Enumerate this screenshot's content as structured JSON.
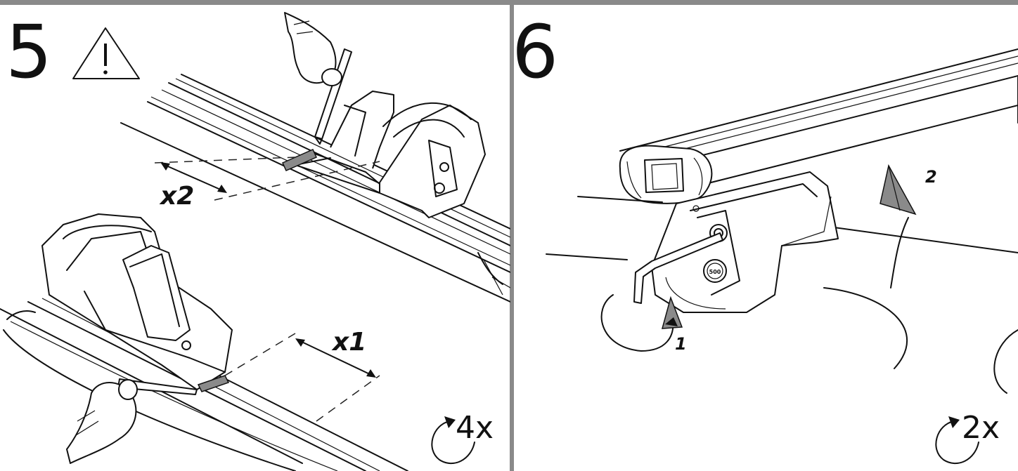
{
  "steps": [
    {
      "number": "5",
      "warning_icon": "warning-triangle-icon",
      "measure_labels": {
        "upper": "x2",
        "lower": "x1"
      },
      "repeat": {
        "icon": "rotate-arrow-icon",
        "label": "4x"
      }
    },
    {
      "number": "6",
      "arrow_labels": {
        "turn": "1",
        "lift": "2"
      },
      "foot_badge": "500",
      "repeat": {
        "icon": "rotate-arrow-icon",
        "label": "2x"
      }
    }
  ],
  "colors": {
    "rule": "#8a8a8a",
    "ink": "#111111",
    "arrow_grey": "#8a8a8a",
    "mark_grey": "#777777"
  }
}
